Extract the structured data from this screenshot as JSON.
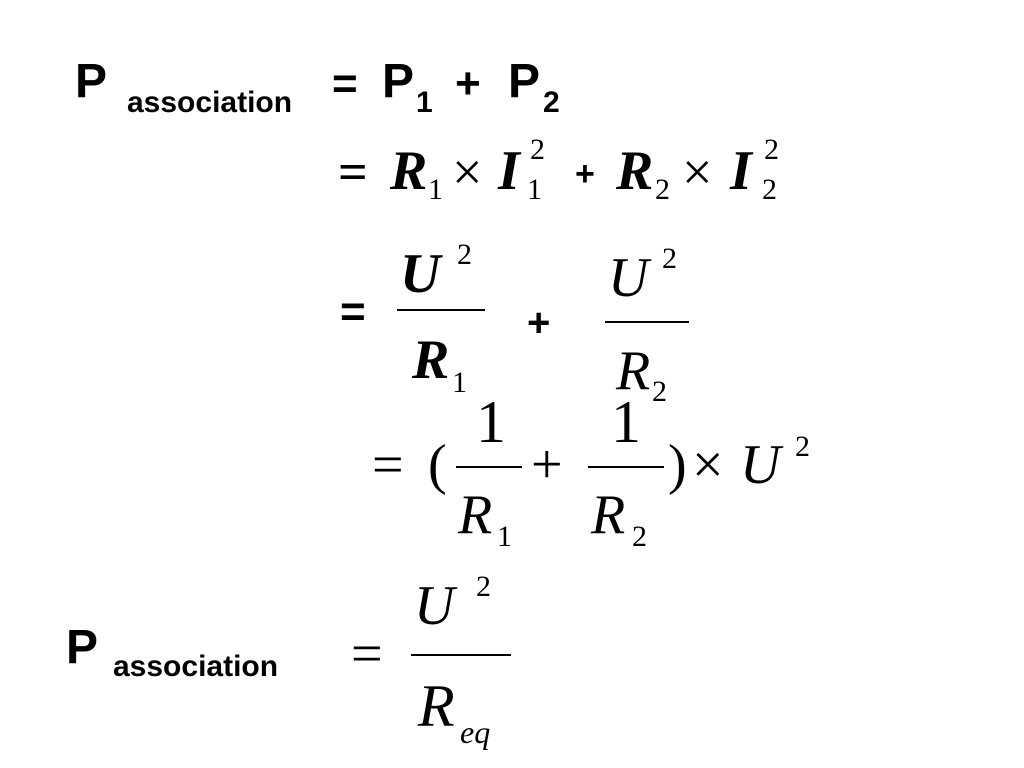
{
  "line1": {
    "lhs_symbol": "P",
    "lhs_sub": "association",
    "equals": "=",
    "p1": "P",
    "p1_sub": "1",
    "plus": "+",
    "p2": "P",
    "p2_sub": "2"
  },
  "line2": {
    "equals": "=",
    "r1": "R",
    "r1_sub": "1",
    "times1": "×",
    "i1": "I",
    "i1_sup": "2",
    "i1_sub": "1",
    "plus": "+",
    "r2": "R",
    "r2_sub": "2",
    "times2": "×",
    "i2": "I",
    "i2_sup": "2",
    "i2_sub": "2"
  },
  "line3": {
    "equals": "=",
    "frac1_num": "U",
    "frac1_num_sup": "2",
    "frac1_den": "R",
    "frac1_den_sub": "1",
    "plus": "+",
    "frac2_num": "U",
    "frac2_num_sup": "2",
    "frac2_den": "R",
    "frac2_den_sub": "2"
  },
  "line4": {
    "equals": "=",
    "open_paren": "(",
    "frac1_num": "1",
    "frac1_den": "R",
    "frac1_den_sub": "1",
    "plus": "+",
    "frac2_num": "1",
    "frac2_den": "R",
    "frac2_den_sub": "2",
    "close_paren": ")",
    "times": "×",
    "u": "U",
    "u_sup": "2"
  },
  "line5": {
    "lhs_symbol": "P",
    "lhs_sub": "association",
    "equals": "=",
    "frac_num": "U",
    "frac_num_sup": "2",
    "frac_den": "R",
    "frac_den_sub": "eq"
  }
}
